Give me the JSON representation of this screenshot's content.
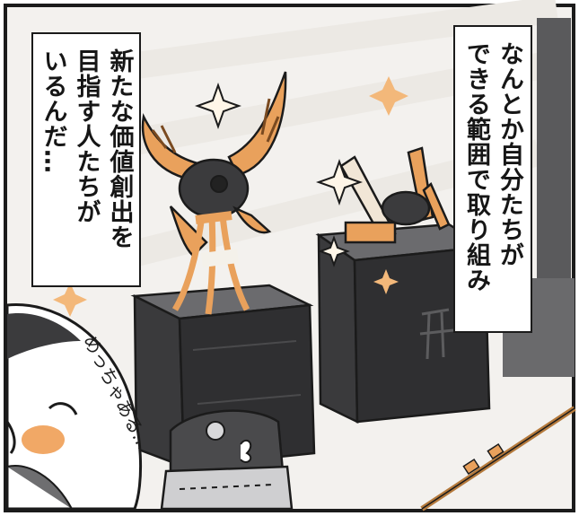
{
  "narration_right": {
    "lines": [
      "なんとか自分たちが",
      "できる範囲で取り組み"
    ]
  },
  "narration_left": {
    "lines": [
      "新たな価値創出を",
      "目指す人たちが",
      "いるんだ…"
    ]
  },
  "sound_effect": "めっちゃある…",
  "colors": {
    "ink": "#1b1b1b",
    "accent_orange": "#e9a15c",
    "dark_gray": "#3b3b3d",
    "mid_gray": "#6e6e70",
    "light_gray": "#c9c9c9"
  }
}
